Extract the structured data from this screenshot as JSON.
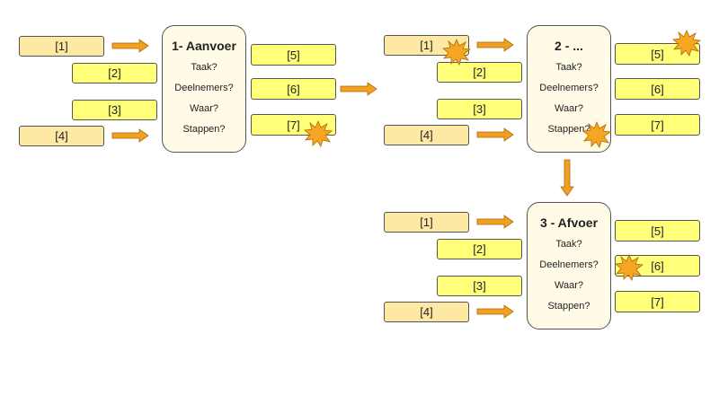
{
  "panels": [
    {
      "id": "p1",
      "title": "1- Aanvoer",
      "questions": [
        "Taak?",
        "Deelnemers?",
        "Waar?",
        "Stappen?"
      ],
      "inputs": [
        "[1]",
        "[2]",
        "[3]",
        "[4]"
      ],
      "outputs": [
        "[5]",
        "[6]",
        "[7]"
      ]
    },
    {
      "id": "p2",
      "title": "2 - ...",
      "questions": [
        "Taak?",
        "Deelnemers?",
        "Waar?",
        "Stappen?"
      ],
      "inputs": [
        "[1]",
        "[2]",
        "[3]",
        "[4]"
      ],
      "outputs": [
        "[5]",
        "[6]",
        "[7]"
      ]
    },
    {
      "id": "p3",
      "title": "3 - Afvoer",
      "questions": [
        "Taak?",
        "Deelnemers?",
        "Waar?",
        "Stappen?"
      ],
      "inputs": [
        "[1]",
        "[2]",
        "[3]",
        "[4]"
      ],
      "outputs": [
        "[5]",
        "[6]",
        "[7]"
      ]
    }
  ],
  "colors": {
    "input_fill": "#fde9a4",
    "output_fill": "#ffff7a",
    "center_fill": "#fffbe6",
    "arrow": "#f2a020",
    "burst": "#f5a623"
  }
}
